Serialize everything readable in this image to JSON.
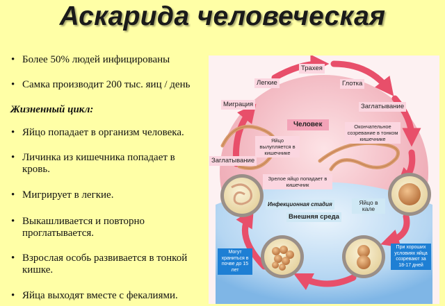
{
  "title": "Аскарида человеческая",
  "facts": [
    "Более 50% людей инфицированы",
    "Самка производит 200 тыс. яиц / день"
  ],
  "life_cycle_heading": "Жизненный цикл:",
  "life_cycle": [
    "Яйцо попадает в организм человека.",
    "Личинка из кишечника попадает в кровь.",
    "Мигрирует в легкие.",
    "Выкашливается и повторно проглатывается.",
    "Взрослая особь развивается в тонкой кишке.",
    "Яйца выходят вместе с фекалиями."
  ],
  "diagram": {
    "labels": {
      "trachea": "Трахея",
      "lungs": "Легкие",
      "pharynx": "Глотка",
      "migration": "Миграция",
      "swallowing_top": "Заглатывание",
      "human": "Человек",
      "egg_hatches": "Яйцо вылупляется в кишечнике",
      "final_maturation": "Окончательное созревание в тонком кишечнике",
      "swallowing_left": "Заглатывание",
      "mature_egg": "Зрелое яйцо попадает в кишечник",
      "infection_stage": "Инфекционная стадия",
      "egg_in_feces": "Яйцо в кале",
      "environment": "Внешняя среда",
      "soil_storage": "Могут храниться в почве до 15 лет",
      "ripen_conditions": "При хороших условиях яйца созревают за 18-17 дней"
    },
    "colors": {
      "human_zone": "#f2b7c0",
      "environment_zone": "#7fb6e6",
      "arrows": "#e84f6a",
      "worm": "#d99a6c",
      "egg_shell": "#f1e2b4",
      "egg_spikes": "#9a8f88",
      "label_pink": "#fbd6e0",
      "label_blue": "#1e7fd4"
    }
  }
}
